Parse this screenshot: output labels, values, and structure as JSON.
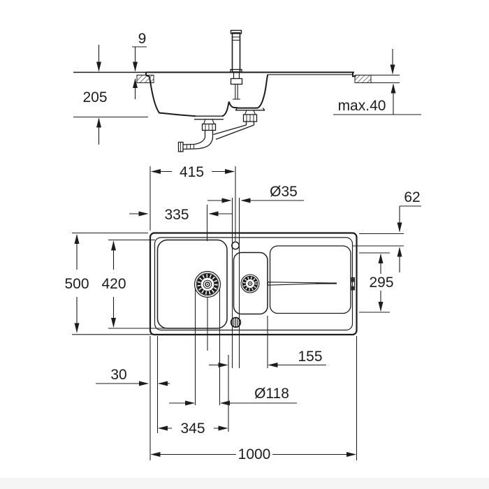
{
  "drawing": {
    "colors": {
      "line": "#1c1c1c",
      "background": "#ffffff"
    },
    "section_view": {
      "dims": {
        "rim_height": "9",
        "bowl_depth": "205",
        "worktop_thickness": "max.40"
      }
    },
    "plan_view": {
      "dims": {
        "tap_hole_from_left": "415",
        "drain_center_from_left": "335",
        "tap_hole_diameter": "Ø35",
        "edge_to_drainer": "62",
        "overall_depth": "500",
        "bowl_inner_depth": "420",
        "drainer_depth": "295",
        "knob_to_bowl": "155",
        "edge_to_bowl": "30",
        "drain_diameter": "Ø118",
        "bowl_edge_to_drain": "345",
        "overall_length": "1000"
      }
    }
  }
}
